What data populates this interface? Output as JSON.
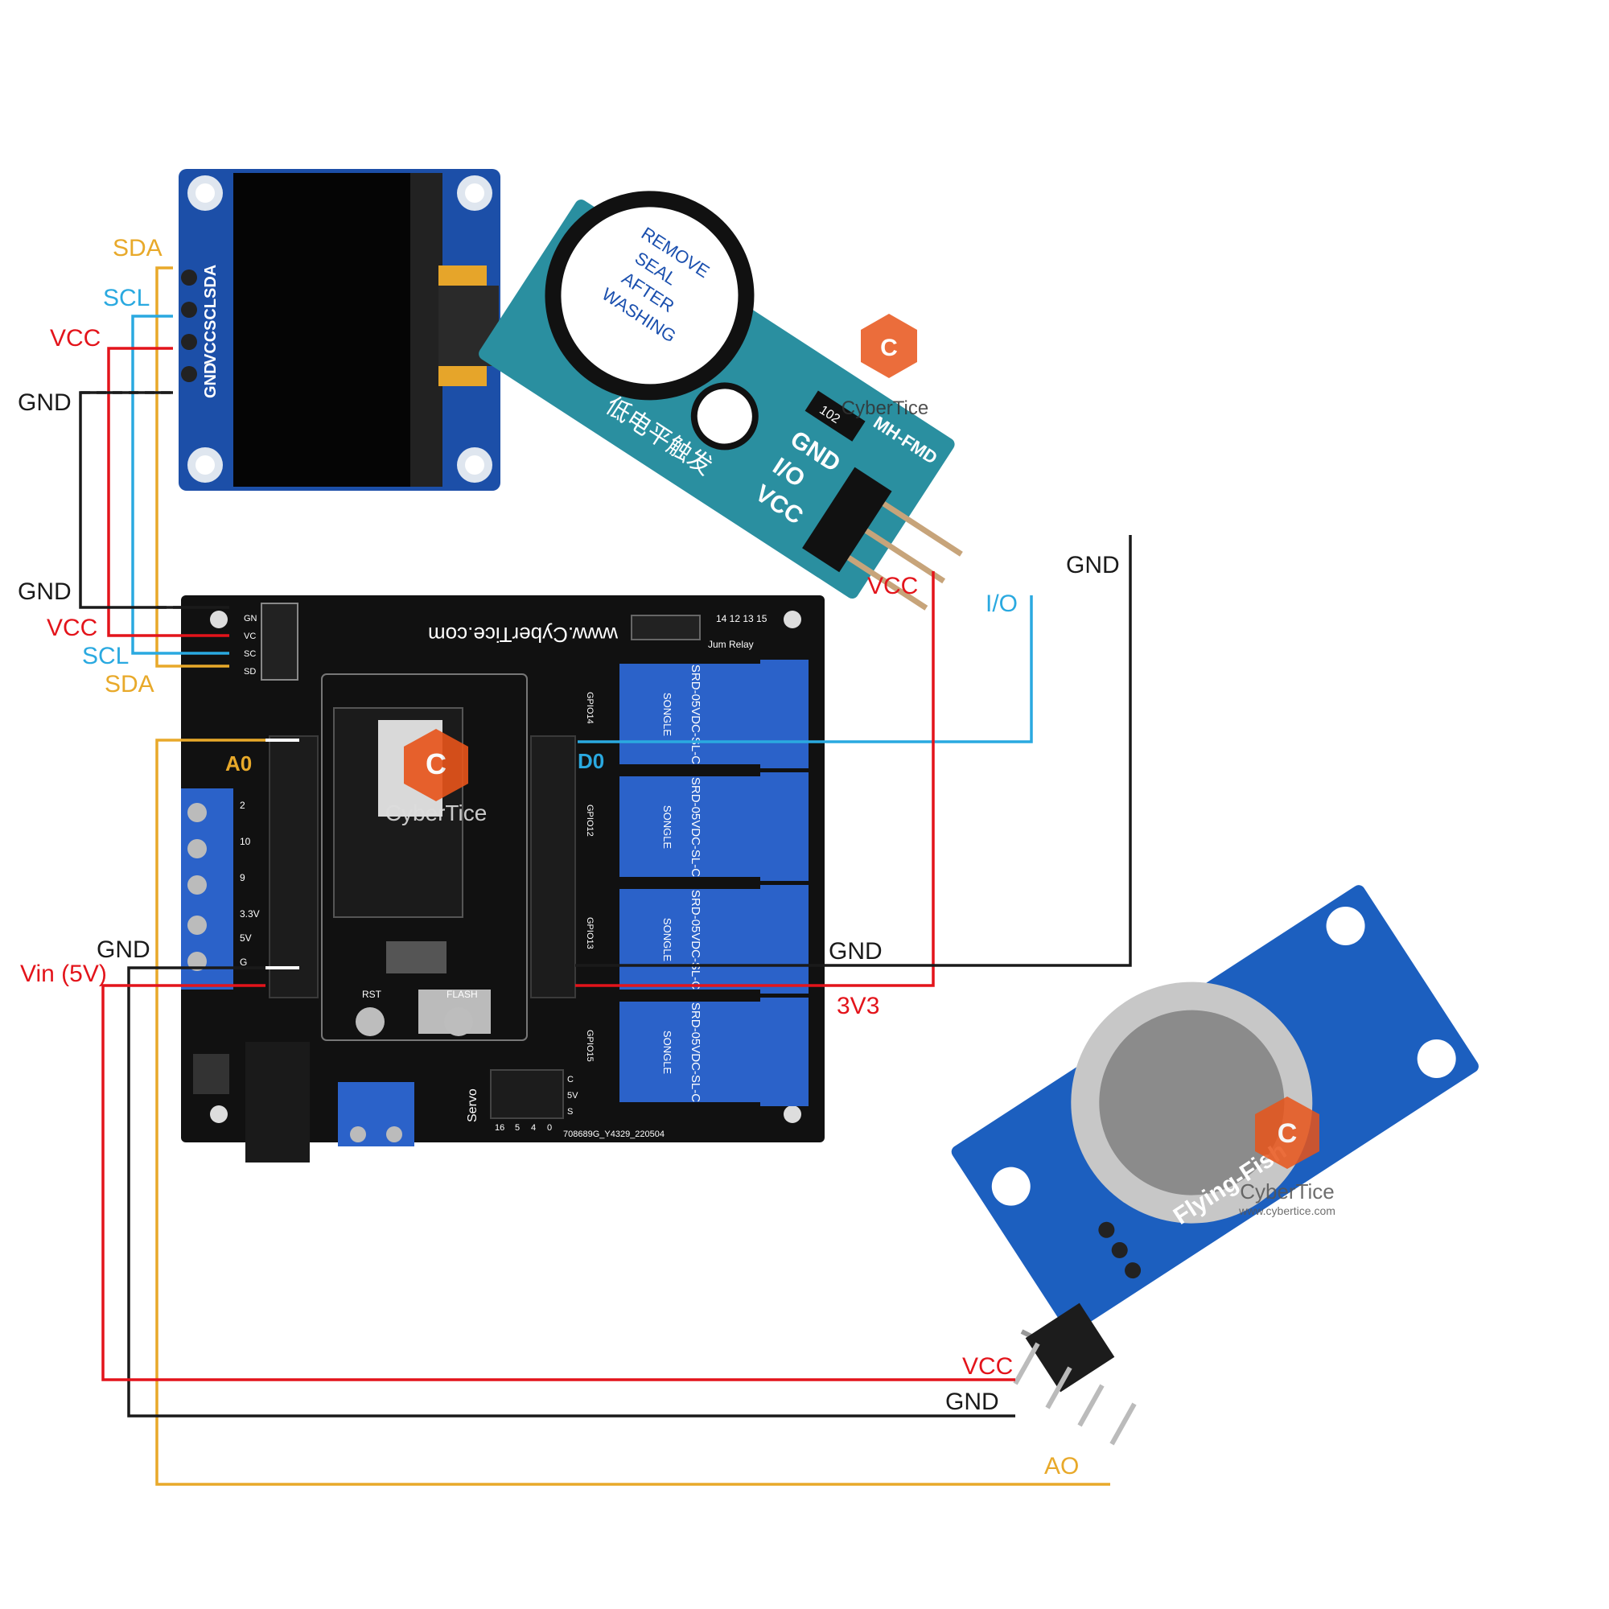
{
  "colors": {
    "sda": "#e8a92a",
    "scl": "#2aa9e0",
    "vcc": "#e3141b",
    "gnd": "#1a1a1a",
    "board_black": "#111111",
    "module_blue": "#1c5fbf",
    "buzzer_teal": "#2a8fa0",
    "relay_blue": "#2b62c9"
  },
  "oled": {
    "pin_labels": [
      "GND",
      "VCC",
      "SCL",
      "SDA"
    ],
    "wire_labels": {
      "sda": "SDA",
      "scl": "SCL",
      "vcc": "VCC",
      "gnd": "GND"
    }
  },
  "board": {
    "url": "www.CyberTice.com",
    "header_pins": [
      "GN",
      "VC",
      "SC",
      "SD"
    ],
    "wire_labels": {
      "gnd": "GND",
      "vcc": "VCC",
      "scl": "SCL",
      "sda": "SDA"
    },
    "pin_a0": "A0",
    "pin_d0": "D0",
    "power_labels": {
      "gnd": "GND",
      "vin": "Vin (5V)"
    },
    "right_labels": {
      "gnd": "GND",
      "v33": "3V3"
    },
    "relay_label": "SRD-05VDC-SL-C",
    "relay_brand": "SONGLE",
    "relay_gpio": [
      "GPIO14",
      "GPIO12",
      "GPIO13",
      "GPIO15"
    ],
    "terminal_labels": [
      "2",
      "10",
      "9",
      "3.3V",
      "5V",
      "G"
    ],
    "buttons": [
      "RST",
      "FLASH"
    ],
    "servo": "Servo",
    "servo_pins": [
      "C",
      "5V",
      "S"
    ],
    "servo_nums": [
      "16",
      "5",
      "4",
      "0"
    ],
    "top_right_pins": "14 12 13 15",
    "top_right_caption": "Jum Relay",
    "serial": "708689G_Y4329_220504"
  },
  "buzzer": {
    "sticker_lines": [
      "REMOVE",
      "SEAL",
      "AFTER",
      "WASHING"
    ],
    "model": "MH-FMD",
    "pins": [
      "GND",
      "I/O",
      "VCC"
    ],
    "chinese": "低电平触发",
    "resistor": "102",
    "wire_labels": {
      "vcc": "VCC",
      "io": "I/O",
      "gnd": "GND"
    }
  },
  "gas": {
    "brand": "Flying-Fish",
    "wire_labels": {
      "vcc": "VCC",
      "gnd": "GND",
      "ao": "AO"
    }
  },
  "watermark": {
    "name": "CyberTice",
    "url": "www.cybertice.com"
  }
}
